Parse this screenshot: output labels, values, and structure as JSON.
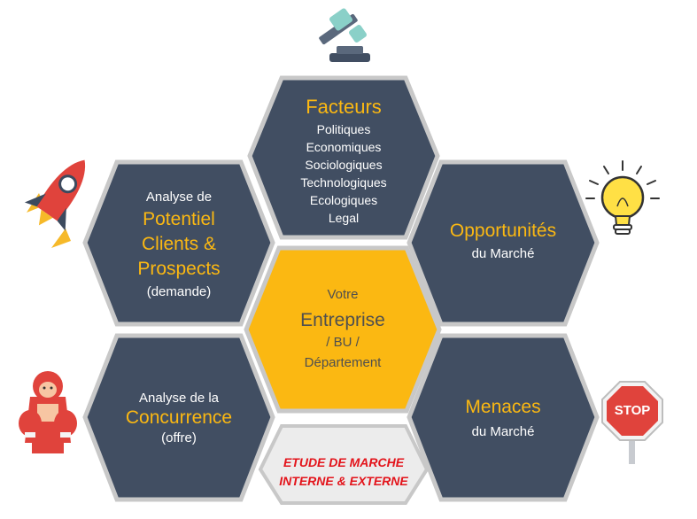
{
  "colors": {
    "hex_dark": "#414e62",
    "hex_border": "#c8c8c8",
    "hex_center": "#fbb812",
    "hex_bottom": "#ececec",
    "accent_text": "#fbb812",
    "alert_text": "#e3141b"
  },
  "icons": {
    "gavel": "gavel-icon",
    "rocket": "rocket-icon",
    "lightbulb": "lightbulb-icon",
    "boxer": "boxer-icon",
    "stop": "stop-sign-icon"
  },
  "facteurs": {
    "title": "Facteurs",
    "items": [
      "Politiques",
      "Economiques",
      "Sociologiques",
      "Technologiques",
      "Ecologiques",
      "Legal"
    ]
  },
  "potentiel": {
    "intro": "Analyse de",
    "lines": [
      "Potentiel",
      "Clients &",
      "Prospects"
    ],
    "note": "(demande)"
  },
  "opportunites": {
    "title": "Opportunités",
    "sub": "du Marché"
  },
  "entreprise": {
    "intro": "Votre",
    "title": "Entreprise",
    "line2": "/ BU /",
    "line3": "Département"
  },
  "concurrence": {
    "intro": "Analyse de la",
    "title": "Concurrence",
    "note": "(offre)"
  },
  "menaces": {
    "title": "Menaces",
    "sub": "du Marché"
  },
  "etude": {
    "line1": "ETUDE DE MARCHE",
    "line2": "INTERNE & EXTERNE"
  },
  "stop_sign": {
    "text": "STOP"
  }
}
